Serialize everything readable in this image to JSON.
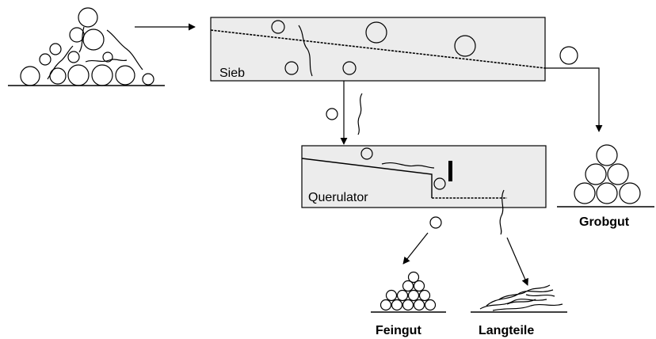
{
  "diagram": {
    "labels": {
      "sieve": "Sieb",
      "querulator": "Querulator",
      "coarse": "Grobgut",
      "fine": "Feingut",
      "long_parts": "Langteile"
    },
    "colors": {
      "stroke": "#000000",
      "box_fill": "#ececec",
      "background": "#ffffff"
    }
  }
}
